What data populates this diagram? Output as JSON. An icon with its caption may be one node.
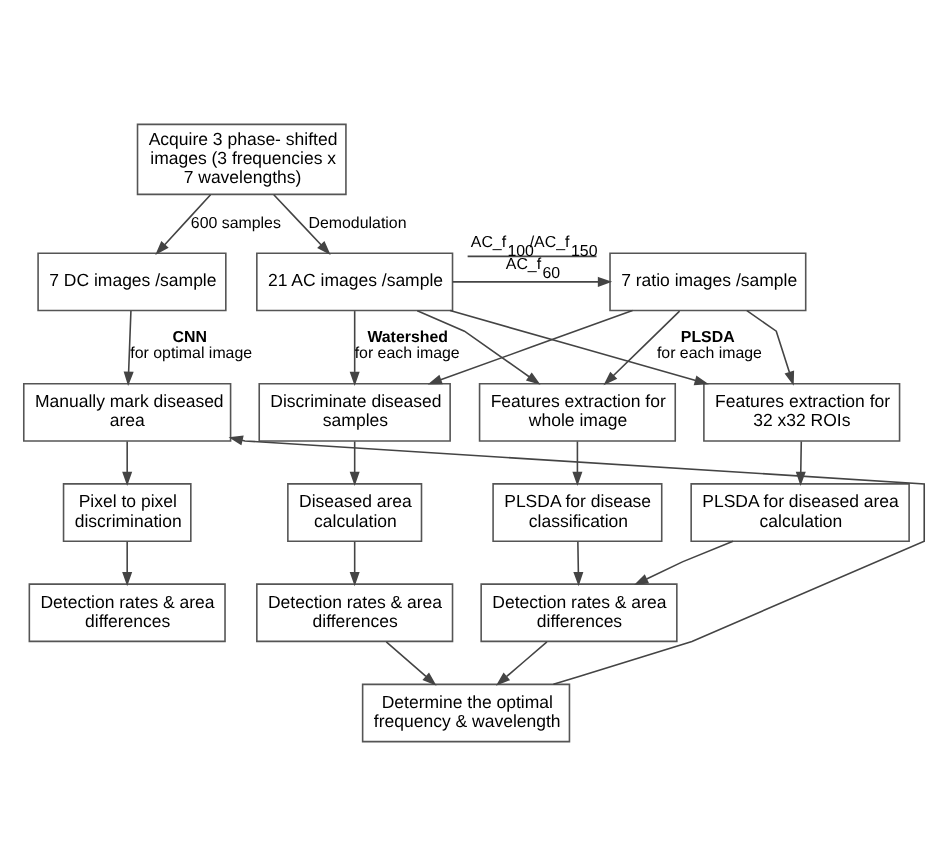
{
  "diagram": {
    "nodes": [
      {
        "text": [
          "Acquire 3 phase- shifted images (3 frequencies x 7 wavelengths)"
        ]
      },
      {
        "text": [
          "7 DC images /sample"
        ]
      },
      {
        "text": [
          "21 AC images /sample"
        ]
      },
      {
        "text": [
          "7 ratio images /sample"
        ]
      },
      {
        "text": [
          "Manually mark diseased area"
        ]
      },
      {
        "text": [
          "Discriminate diseased samples"
        ]
      },
      {
        "text": [
          "Features extraction for whole image"
        ]
      },
      {
        "text": [
          "Features extraction for 32 x32 ROIs"
        ]
      },
      {
        "text": [
          "Pixel to pixel discrimination"
        ]
      },
      {
        "text": [
          "Diseased area calculation"
        ]
      },
      {
        "text": [
          "PLSDA for disease classification"
        ]
      },
      {
        "text": [
          "PLSDA for diseased area calculation"
        ]
      },
      {
        "text": [
          "Detection rates & area differences"
        ]
      },
      {
        "text": [
          "Detection rates & area differences"
        ]
      },
      {
        "text": [
          "Detection rates & area differences"
        ]
      },
      {
        "text": [
          "Determine the optimal frequency & wavelength"
        ]
      }
    ],
    "edges": [
      {
        "from": 0,
        "to": 1,
        "arrow": "to",
        "label": "600 samples"
      },
      {
        "from": 0,
        "to": 2,
        "arrow": "to",
        "label": "Demodulation"
      },
      {
        "from": 2,
        "to": 3,
        "arrow": "to",
        "label": "AC_f$_{100}$/AC_f$_{150}$ AC_f$_{60}$"
      },
      {
        "from": 1,
        "to": 4,
        "arrow": "to",
        "label": "**CNN** for optimal image"
      },
      {
        "from": 2,
        "to": 5,
        "arrow": "to",
        "label": "**Watershed** for each image"
      },
      {
        "from": 3,
        "to": 5,
        "arrow": "to"
      },
      {
        "from": 2,
        "to": 6,
        "arrow": "to"
      },
      {
        "from": 3,
        "to": 6,
        "arrow": "to",
        "label": "**PLSDA** for each image"
      },
      {
        "from": 2,
        "to": 7,
        "arrow": "to"
      },
      {
        "from": 3,
        "to": 7,
        "arrow": "to"
      },
      {
        "from": 4,
        "to": 8,
        "arrow": "to"
      },
      {
        "from": 5,
        "to": 9,
        "arrow": "to"
      },
      {
        "from": 6,
        "to": 10,
        "arrow": "to"
      },
      {
        "from": 7,
        "to": 11,
        "arrow": "to"
      },
      {
        "from": 8,
        "to": 12,
        "arrow": "to"
      },
      {
        "from": 9,
        "to": 13,
        "arrow": "to"
      },
      {
        "from": 10,
        "to": 14,
        "arrow": "to"
      },
      {
        "from": 11,
        "to": 14,
        "arrow": "to"
      },
      {
        "from": 13,
        "to": 15,
        "arrow": "to"
      },
      {
        "from": 14,
        "to": 15,
        "arrow": "to"
      },
      {
        "from": 15,
        "to": 4,
        "arrow": "to"
      }
    ]
  }
}
